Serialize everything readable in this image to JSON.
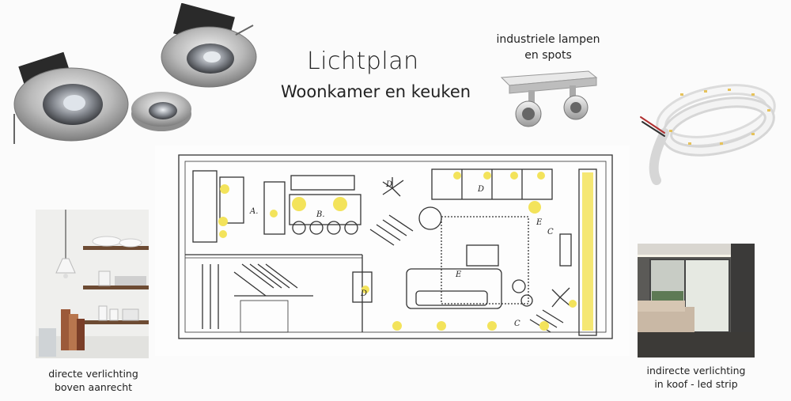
{
  "title": "Lichtplan",
  "subtitle": "Woonkamer en keuken",
  "captions": {
    "industrial": "industriele lampen en spots",
    "direct_line1": "directe verlichting",
    "direct_line2": "boven aanrecht",
    "indirect_line1": "indirecte verlichting",
    "indirect_line2": "in koof - led strip"
  },
  "plan_labels": {
    "a": "A.",
    "b": "B.",
    "c_right": "C",
    "c_bottom": "C",
    "d_top": "D",
    "d_plant": "D",
    "d_left": "D",
    "e_right": "E",
    "e_center": "E"
  },
  "colors": {
    "background": "#fbfbfb",
    "highlight_yellow": "#f3e35b",
    "sketch_line": "#333333"
  }
}
